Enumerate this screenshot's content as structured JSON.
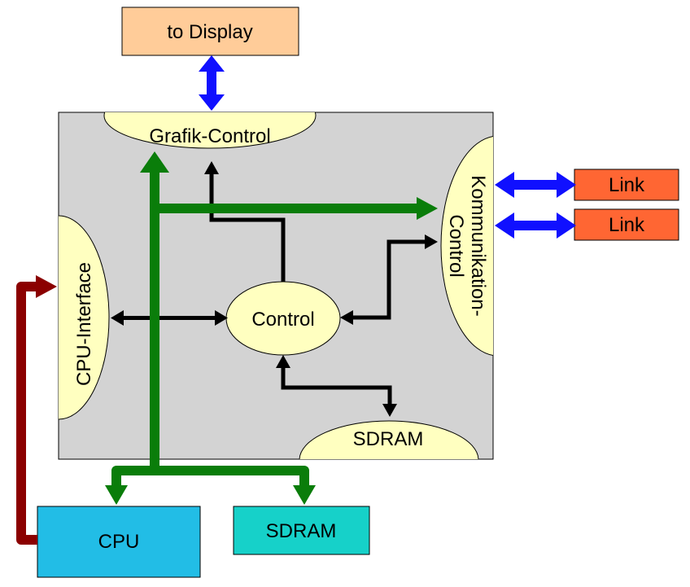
{
  "blocks": {
    "to_display": "to Display",
    "grafik_control": "Grafik-Control",
    "kommunikation_control_line1": "Kommunikation-",
    "kommunikation_control_line2": "Control",
    "link_1": "Link",
    "link_2": "Link",
    "cpu_interface": "CPU-Interface",
    "control": "Control",
    "sdram_internal": "SDRAM",
    "cpu": "CPU",
    "sdram_external": "SDRAM"
  },
  "colors": {
    "chip_background": "#d3d3d3",
    "module_fill": "#ffffc0",
    "display_box": "#ffcc99",
    "link_box": "#ff6633",
    "cpu_box": "#22bde6",
    "sdram_box": "#16d1c9",
    "bus_green": "#0a7d0a",
    "bus_blue": "#1010ff",
    "bus_darkred": "#8b0000",
    "control_black": "#000000"
  }
}
